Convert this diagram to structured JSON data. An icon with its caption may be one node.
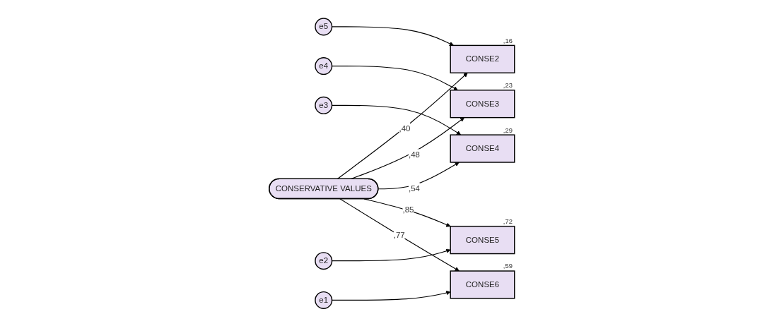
{
  "diagram": {
    "nodes": [
      {
        "text": [
          "e5"
        ]
      },
      {
        "text": [
          "CONSE2"
        ],
        "beside": [
          ",16"
        ]
      },
      {
        "text": [
          "e4"
        ]
      },
      {
        "text": [
          "CONSE3"
        ],
        "beside": [
          ",23"
        ]
      },
      {
        "text": [
          "e3"
        ]
      },
      {
        "text": [
          "CONSE4"
        ],
        "beside": [
          ",29"
        ]
      },
      {
        "text": [
          "e2"
        ]
      },
      {
        "text": [
          "CONSE5"
        ],
        "beside": [
          ",72"
        ]
      },
      {
        "text": [
          "e1"
        ]
      },
      {
        "text": [
          "CONSE6"
        ],
        "beside": [
          ",59"
        ]
      },
      {
        "text": [
          "CONSERVATIVE VALUES"
        ]
      }
    ],
    "edges": [
      {
        "from": 0,
        "to": 1,
        "arrow": "to"
      },
      {
        "from": 2,
        "to": 3,
        "arrow": "to"
      },
      {
        "from": 4,
        "to": 5,
        "arrow": "to"
      },
      {
        "from": 6,
        "to": 7,
        "arrow": "to"
      },
      {
        "from": 8,
        "to": 9,
        "arrow": "to"
      },
      {
        "from": 10,
        "to": 1,
        "label": ",40",
        "arrow": "to"
      },
      {
        "from": 10,
        "to": 3,
        "label": ",48",
        "arrow": "to"
      },
      {
        "from": 10,
        "to": 5,
        "label": ",54",
        "arrow": "to"
      },
      {
        "from": 10,
        "to": 7,
        "label": ",85",
        "arrow": "to"
      },
      {
        "from": 10,
        "to": 9,
        "label": ",77",
        "arrow": "to"
      }
    ]
  }
}
